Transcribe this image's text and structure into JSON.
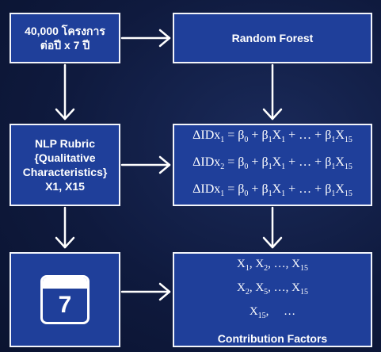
{
  "input_box": {
    "line1": "40,000 โครงการ",
    "line2": "ต่อปี  x 7 ปี"
  },
  "random_forest": {
    "label": "Random Forest"
  },
  "nlp_box": {
    "line1": "NLP Rubric",
    "line2": "{Qualitative",
    "line3": "Characteristics}",
    "line4": "X1, X15"
  },
  "equations": [
    {
      "lhs_sub": "1"
    },
    {
      "lhs_sub": "2"
    },
    {
      "lhs_sub": "1"
    }
  ],
  "calendar": {
    "icon": "calendar-icon",
    "number": "7"
  },
  "contribution": {
    "title": "Contribution Factors"
  }
}
